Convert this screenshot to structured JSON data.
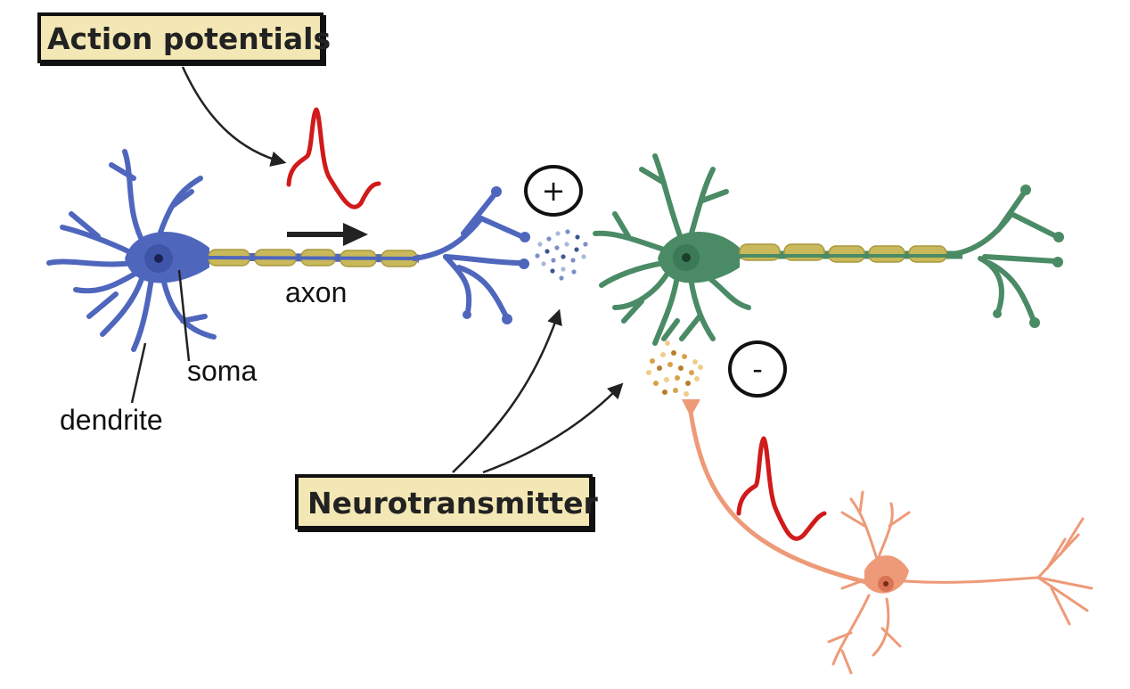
{
  "labels": {
    "action_potentials": "Action potentials",
    "neurotransmitter": "Neurotransmitter",
    "axon": "axon",
    "soma": "soma",
    "dendrite": "dendrite",
    "excitatory_sign": "+",
    "inhibitory_sign": "-"
  },
  "colors": {
    "presynaptic_neuron": "#4f66bd",
    "postsynaptic_neuron": "#4a8b66",
    "inhibitory_neuron": "#ee9a78",
    "myelin": "#c9b95a",
    "action_potential_trace": "#d11a1a",
    "excitatory_vesicles": "#7b8fc7",
    "inhibitory_vesicles": "#d9a04a",
    "label_box": "#f3e8b5"
  },
  "icons": {
    "excitatory": "plus-circle-icon",
    "inhibitory": "minus-circle-icon",
    "direction": "arrow-right-icon"
  }
}
